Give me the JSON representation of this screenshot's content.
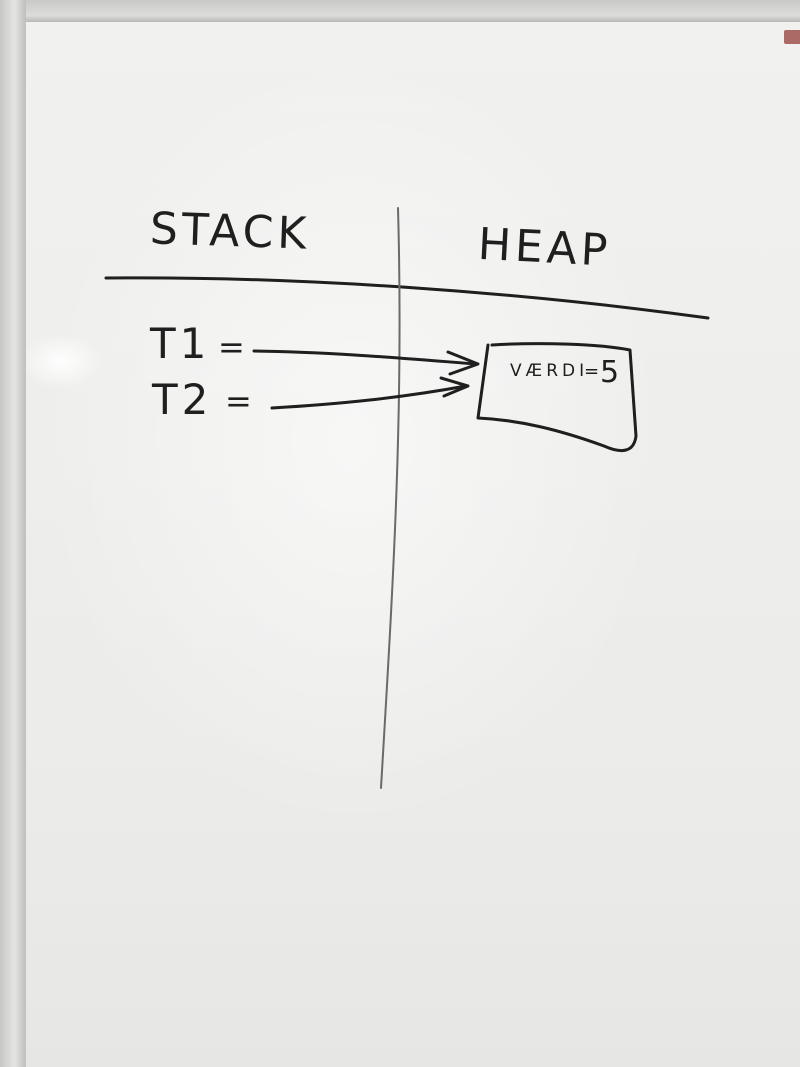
{
  "board": {
    "heading_left": "STACK",
    "heading_right": "HEAP",
    "vars": [
      {
        "name": "T1",
        "eq": "="
      },
      {
        "name": "T2",
        "eq": "="
      }
    ],
    "heap_object": {
      "field": "VÆRDI",
      "eq": "=",
      "value": "5"
    }
  },
  "colors": {
    "ink": "#1f1f1f",
    "board": "#eeeeec",
    "divider": "#6a6a6a",
    "marker_clip": "#a0524f"
  }
}
